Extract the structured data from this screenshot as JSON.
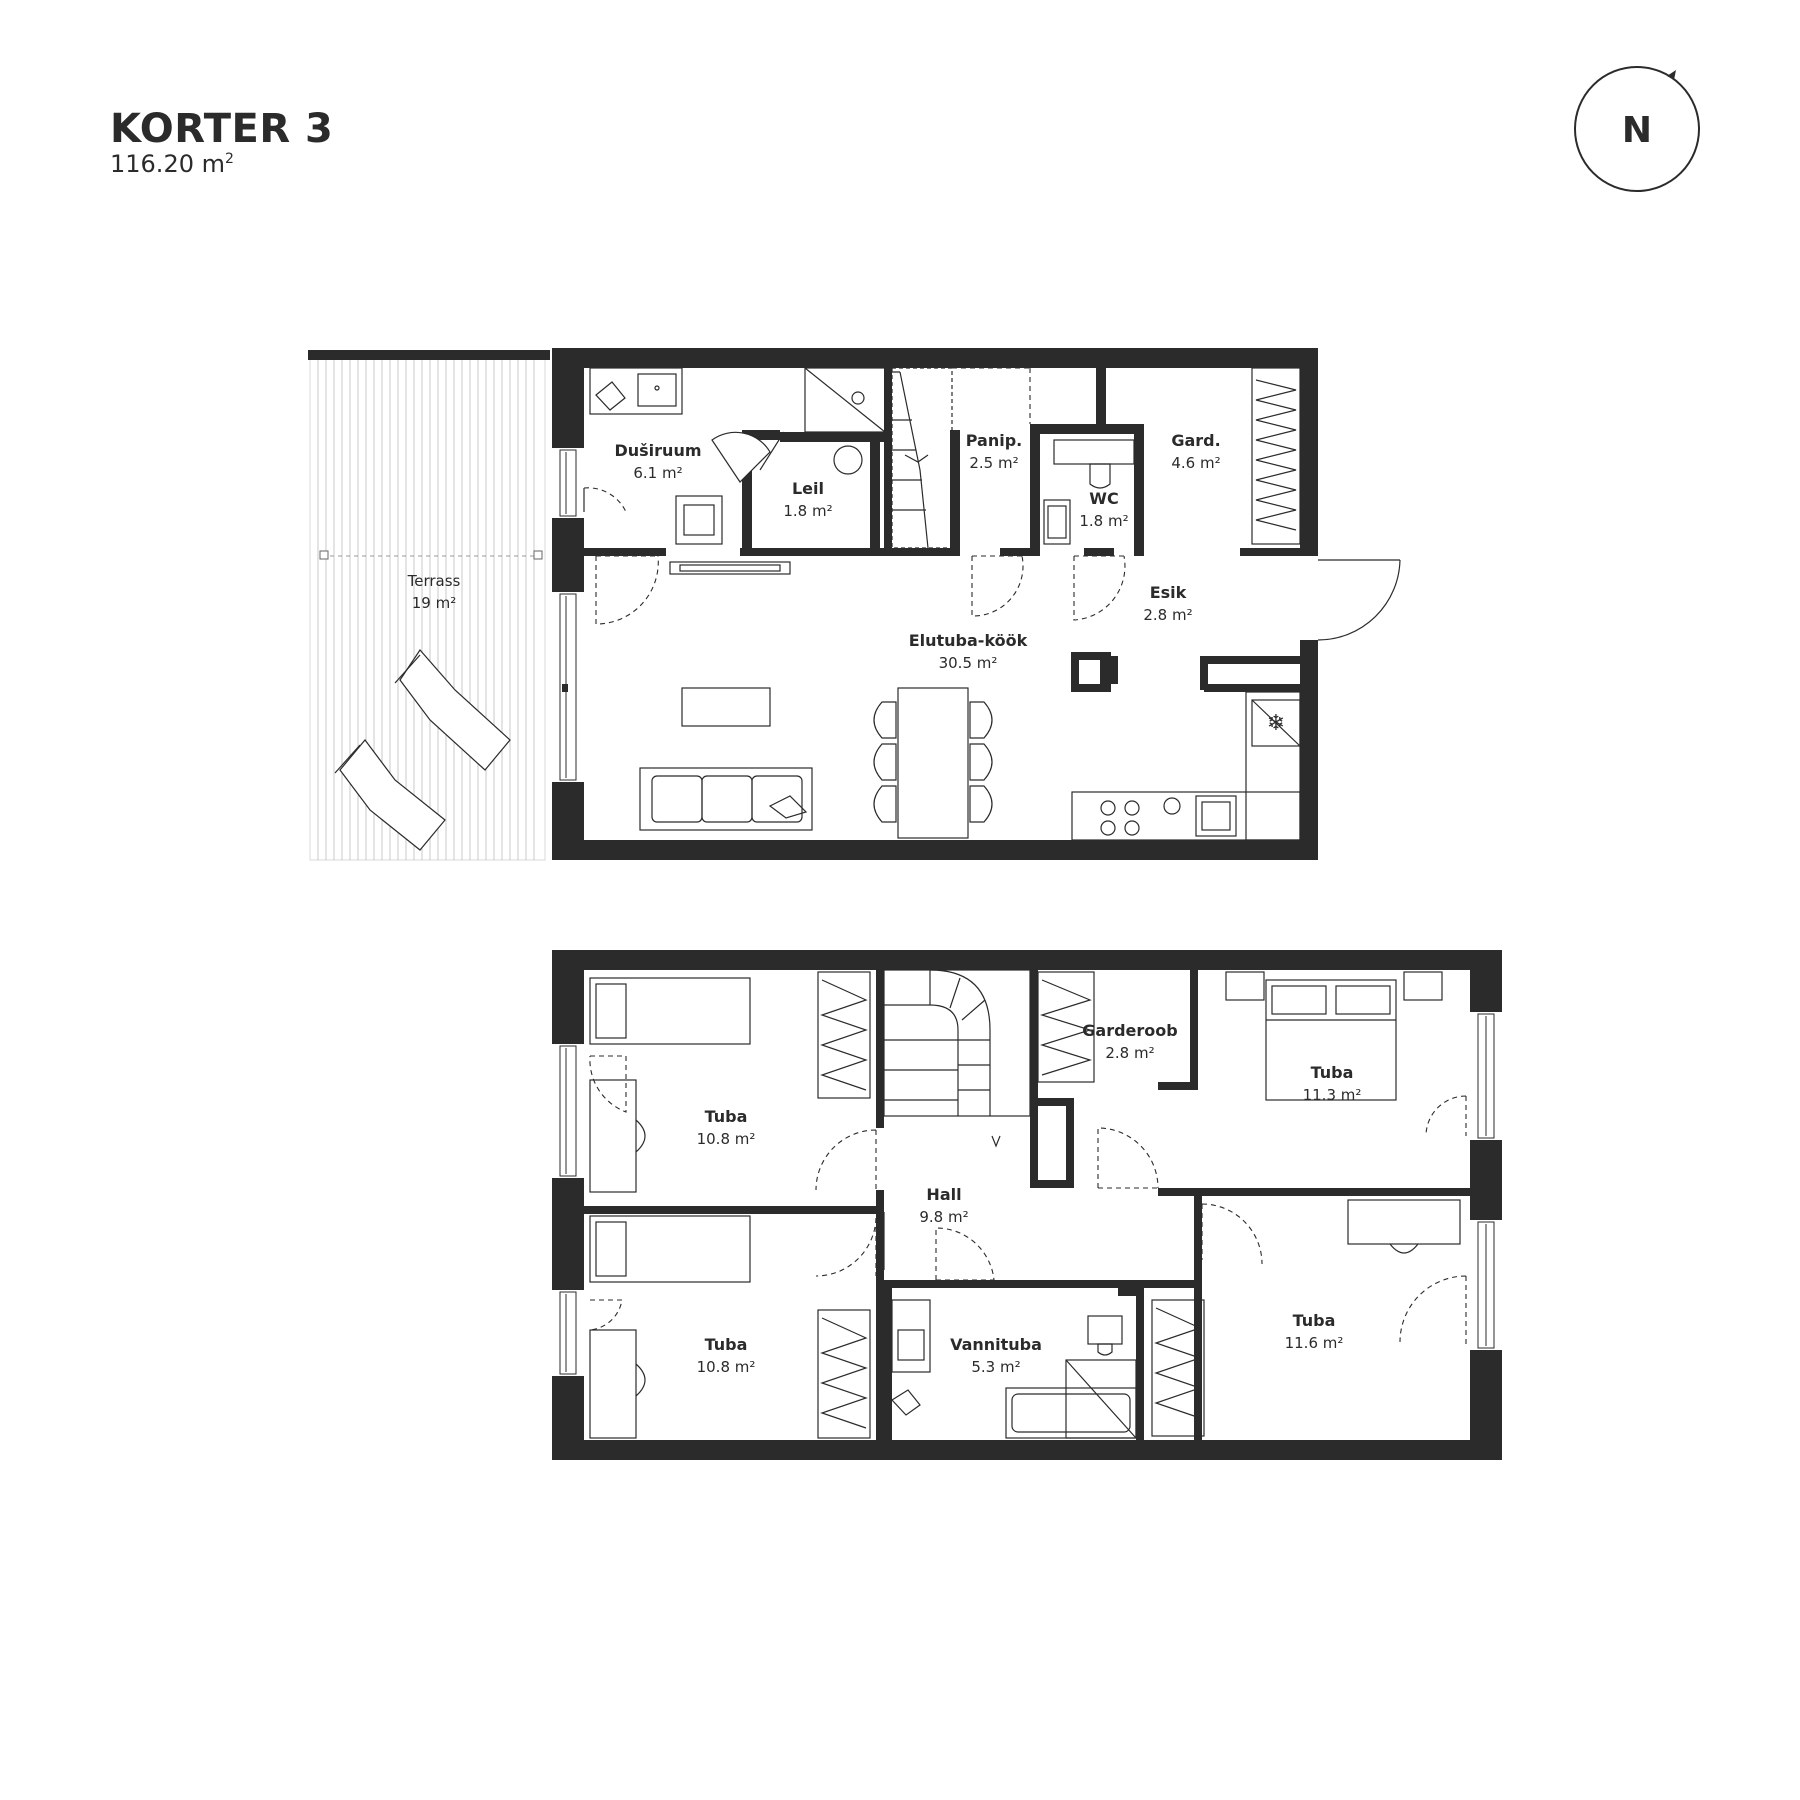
{
  "header": {
    "title": "KORTER 3",
    "area_value": "116.20 m",
    "area_sup": "2"
  },
  "compass": {
    "label": "N"
  },
  "rooms": {
    "dusiruum": {
      "name": "Duširuum",
      "area": "6.1 m²"
    },
    "leil": {
      "name": "Leil",
      "area": "1.8 m²"
    },
    "panip": {
      "name": "Panip.",
      "area": "2.5 m²"
    },
    "wc": {
      "name": "WC",
      "area": "1.8 m²"
    },
    "gard": {
      "name": "Gard.",
      "area": "4.6 m²"
    },
    "esik": {
      "name": "Esik",
      "area": "2.8 m²"
    },
    "terrass": {
      "name": "Terrass",
      "area": "19 m²"
    },
    "elutuba": {
      "name": "Elutuba-köök",
      "area": "30.5 m²"
    },
    "garderoob": {
      "name": "Garderoob",
      "area": "2.8 m²"
    },
    "tuba_nw": {
      "name": "Tuba",
      "area": "10.8 m²"
    },
    "tuba_ne": {
      "name": "Tuba",
      "area": "11.3 m²"
    },
    "hall": {
      "name": "Hall",
      "area": "9.8 m²"
    },
    "tuba_sw": {
      "name": "Tuba",
      "area": "10.8 m²"
    },
    "vannituba": {
      "name": "Vannituba",
      "area": "5.3 m²"
    },
    "tuba_se": {
      "name": "Tuba",
      "area": "11.6 m²"
    }
  }
}
